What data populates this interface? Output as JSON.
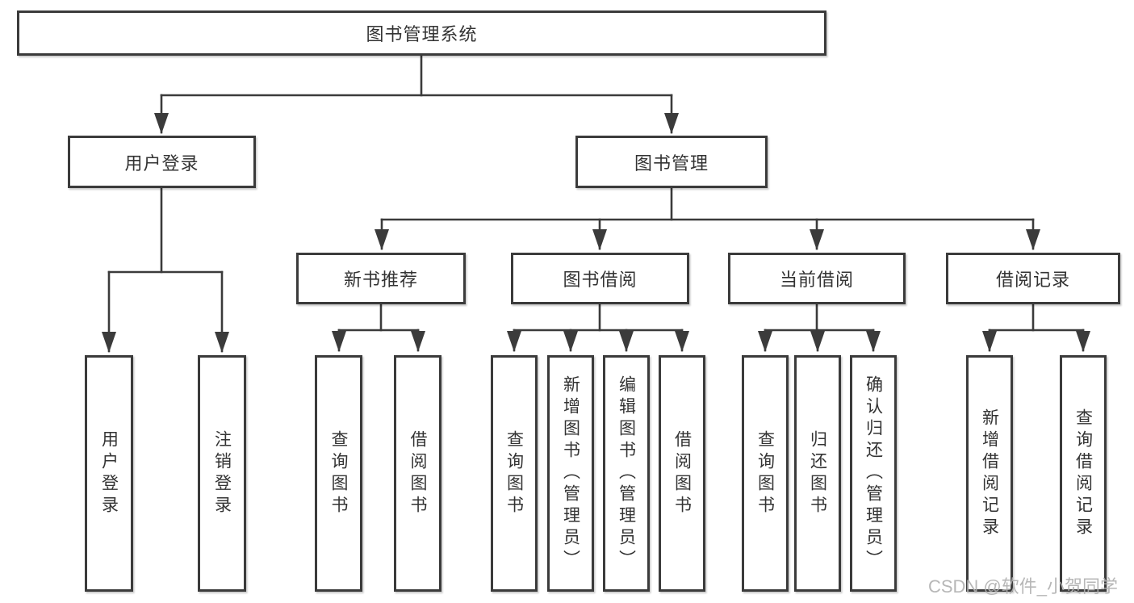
{
  "diagram": {
    "root": {
      "label": "图书管理系统"
    },
    "branches": {
      "user_login": {
        "label": "用户登录"
      },
      "book_management": {
        "label": "图书管理"
      }
    },
    "modules": {
      "new_book_recommend": {
        "label": "新书推荐"
      },
      "book_borrow": {
        "label": "图书借阅"
      },
      "current_borrow": {
        "label": "当前借阅"
      },
      "borrow_record": {
        "label": "借阅记录"
      }
    },
    "functions": {
      "login": {
        "label": "用户登录"
      },
      "logout": {
        "label": "注销登录"
      },
      "recommend_query_book": {
        "label": "查询图书"
      },
      "recommend_borrow_book": {
        "label": "借阅图书"
      },
      "borrow_query_book": {
        "label": "查询图书"
      },
      "borrow_add_book": {
        "label": "新增图书（管理员）"
      },
      "borrow_edit_book": {
        "label": "编辑图书（管理员）"
      },
      "borrow_borrow_book": {
        "label": "借阅图书"
      },
      "current_query_book": {
        "label": "查询图书"
      },
      "current_return_book": {
        "label": "归还图书"
      },
      "current_confirm_return": {
        "label": "确认归还（管理员）"
      },
      "record_add": {
        "label": "新增借阅记录"
      },
      "record_query": {
        "label": "查询借阅记录"
      }
    }
  },
  "watermark": {
    "text": "CSDN @软件_小贺同学"
  },
  "colors": {
    "line": "#3b3b3b",
    "text": "#333333",
    "watermark": "#b0b0b0",
    "background": "#ffffff"
  }
}
